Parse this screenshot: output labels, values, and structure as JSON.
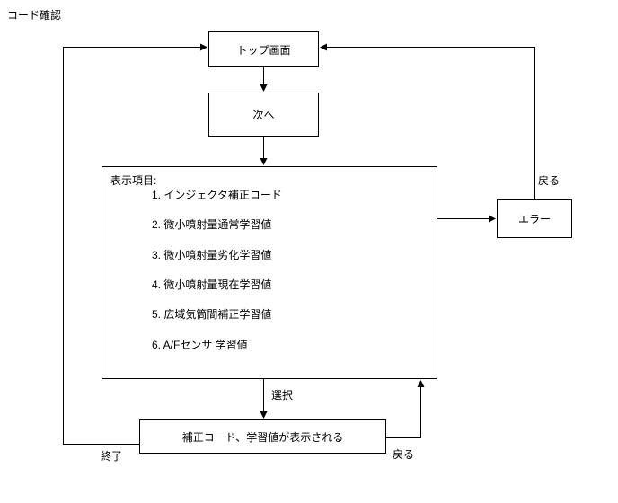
{
  "title": "コード確認",
  "flow": {
    "top_screen": "トップ画面",
    "next_button": "次へ",
    "display_panel": {
      "heading": "表示項目:",
      "items": [
        "1. インジェクタ補正コード",
        "2. 微小噴射量通常学習値",
        "3. 微小噴射量劣化学習値",
        "4. 微小噴射量現在学習値",
        "5. 広域気筒間補正学習値",
        "6. A/Fセンサ 学習値"
      ]
    },
    "error_box": "エラー",
    "result_box": "補正コード、学習値が表示される"
  },
  "edges": {
    "error_return": "戻る",
    "select": "選択",
    "result_return": "戻る",
    "end": "終了"
  },
  "colors": {
    "line": "#000000",
    "box_border": "#000000",
    "background": "#ffffff"
  }
}
